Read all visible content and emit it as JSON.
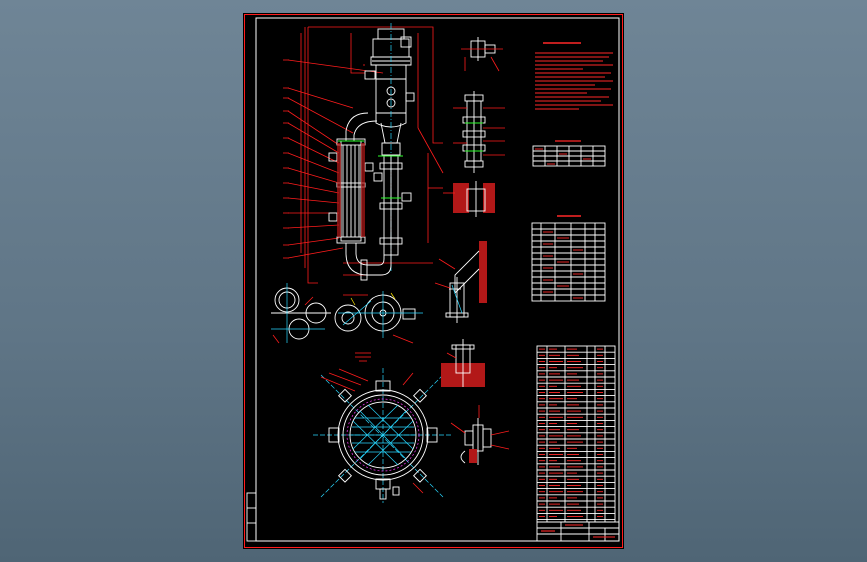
{
  "canvas": {
    "background": "#667c8d",
    "sheet_color": "#000000",
    "line_colors": {
      "outline": "#ff1c1c",
      "equipment": "#ffffff",
      "centerline": "#28d7ff",
      "dimension": "#ffe600",
      "highlight": "#2cff2c"
    }
  },
  "drawing": {
    "views": [
      "main-elevation-view",
      "nozzle-orientation-views",
      "tube-sheet-plan-view",
      "detail-views"
    ],
    "tables": [
      "technical-requirements-notes",
      "design-data-table",
      "nozzle-schedule-table",
      "parts-list-table",
      "title-block"
    ]
  }
}
